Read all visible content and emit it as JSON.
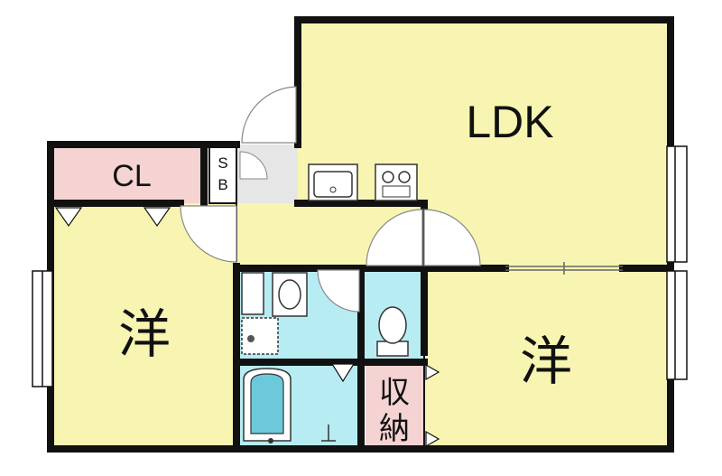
{
  "rooms": {
    "ldk": "LDK",
    "closet": "CL",
    "shoe_box": [
      "S",
      "B"
    ],
    "western_left": "洋",
    "western_right": "洋",
    "storage": [
      "収",
      "納"
    ]
  },
  "colors": {
    "room": "#f7f5b1",
    "wet": "#b7ecf2",
    "closet": "#f5d3d3",
    "wall": "#111111",
    "floor_gray": "#cfcfcf"
  },
  "icons": [
    "sink-icon",
    "stove-icon",
    "bathtub-icon",
    "toilet-icon",
    "washbasin-icon",
    "washer-drain-icon",
    "door-swing-icon",
    "window-icon"
  ]
}
